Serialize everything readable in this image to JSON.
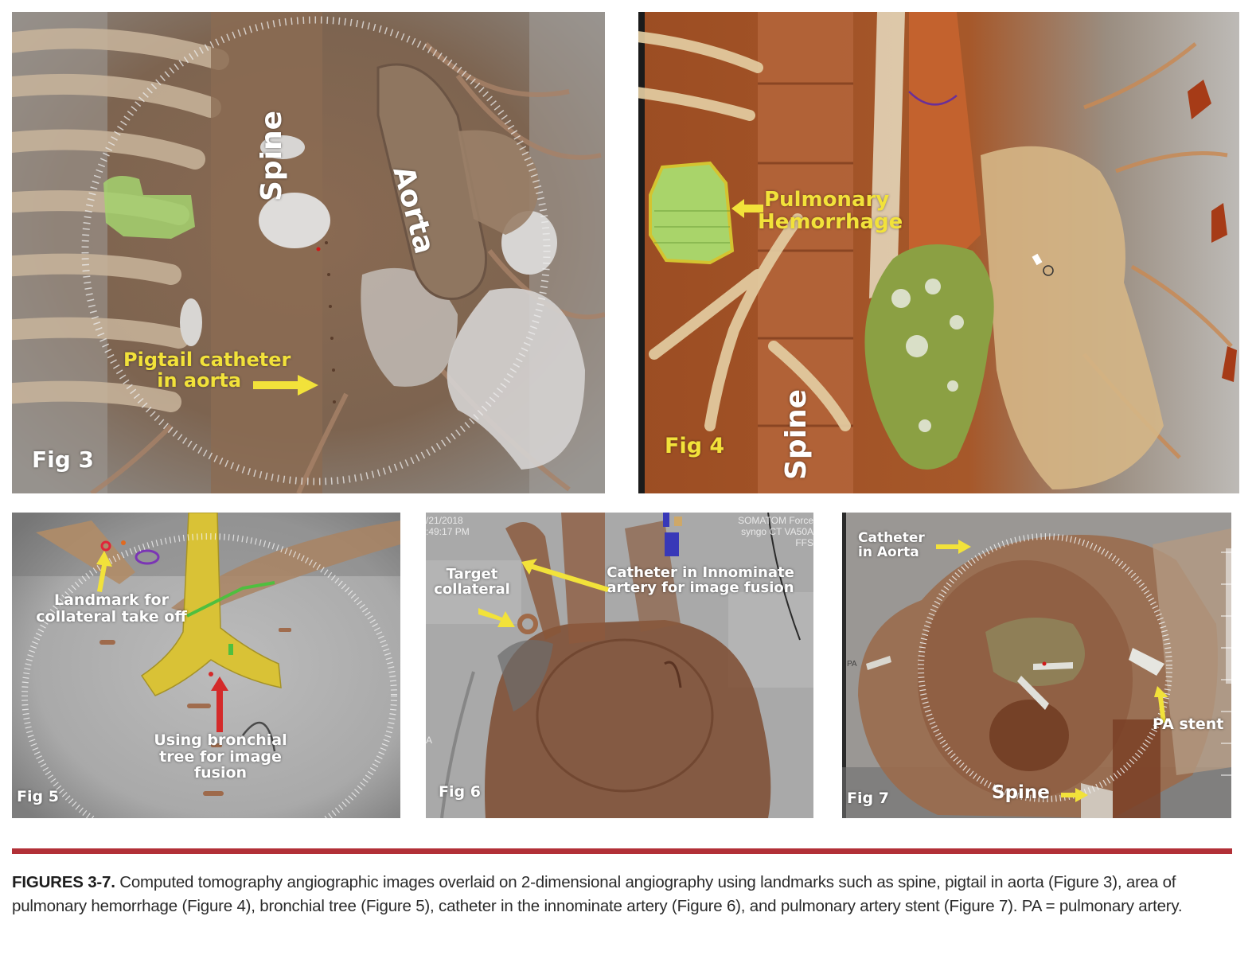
{
  "figures": {
    "fig3": {
      "tag": "Fig 3",
      "labels": {
        "spine": "Spine",
        "aorta": "Aorta",
        "pigtail_line1": "Pigtail catheter",
        "pigtail_line2": "in aorta"
      }
    },
    "fig4": {
      "tag": "Fig 4",
      "labels": {
        "hemorrhage_line1": "Pulmonary",
        "hemorrhage_line2": "Hemorrhage",
        "spine": "Spine"
      }
    },
    "fig5": {
      "tag": "Fig 5",
      "labels": {
        "landmark_line1": "Landmark for",
        "landmark_line2": "collateral take off",
        "bronchial_line1": "Using bronchial",
        "bronchial_line2": "tree for image",
        "bronchial_line3": "fusion"
      }
    },
    "fig6": {
      "tag": "Fig 6",
      "labels": {
        "target_line1": "Target",
        "target_line2": "collateral",
        "catheter_line1": "Catheter in Innominate",
        "catheter_line2": "artery for image fusion"
      },
      "overlay": {
        "date": "/21/2018",
        "time": ":49:17 PM",
        "scanner_line1": "SOMATOM Force",
        "scanner_line2": "syngo CT VA50A",
        "scanner_line3": "FFS",
        "side_marker": "A"
      }
    },
    "fig7": {
      "tag": "Fig 7",
      "labels": {
        "catheter_line1": "Catheter",
        "catheter_line2": "in Aorta",
        "pa_stent": "PA stent",
        "spine": "Spine",
        "pa_marker": "PA"
      }
    }
  },
  "caption": {
    "lead": "FIGURES 3-7.",
    "text": " Computed tomography angiographic images overlaid on 2-dimensional angiography using landmarks such as spine, pigtail in aorta (Figure 3), area of pulmonary hemorrhage (Figure 4), bronchial tree (Figure 5), catheter in the innominate artery (Figure 6), and pulmonary artery stent (Figure 7). PA = pulmonary artery."
  },
  "colors": {
    "rule": "#b23037",
    "label_yellow": "#f2e23a",
    "label_white": "#ffffff",
    "arrow_yellow": "#f2e23a",
    "arrow_red": "#d42a2a"
  }
}
